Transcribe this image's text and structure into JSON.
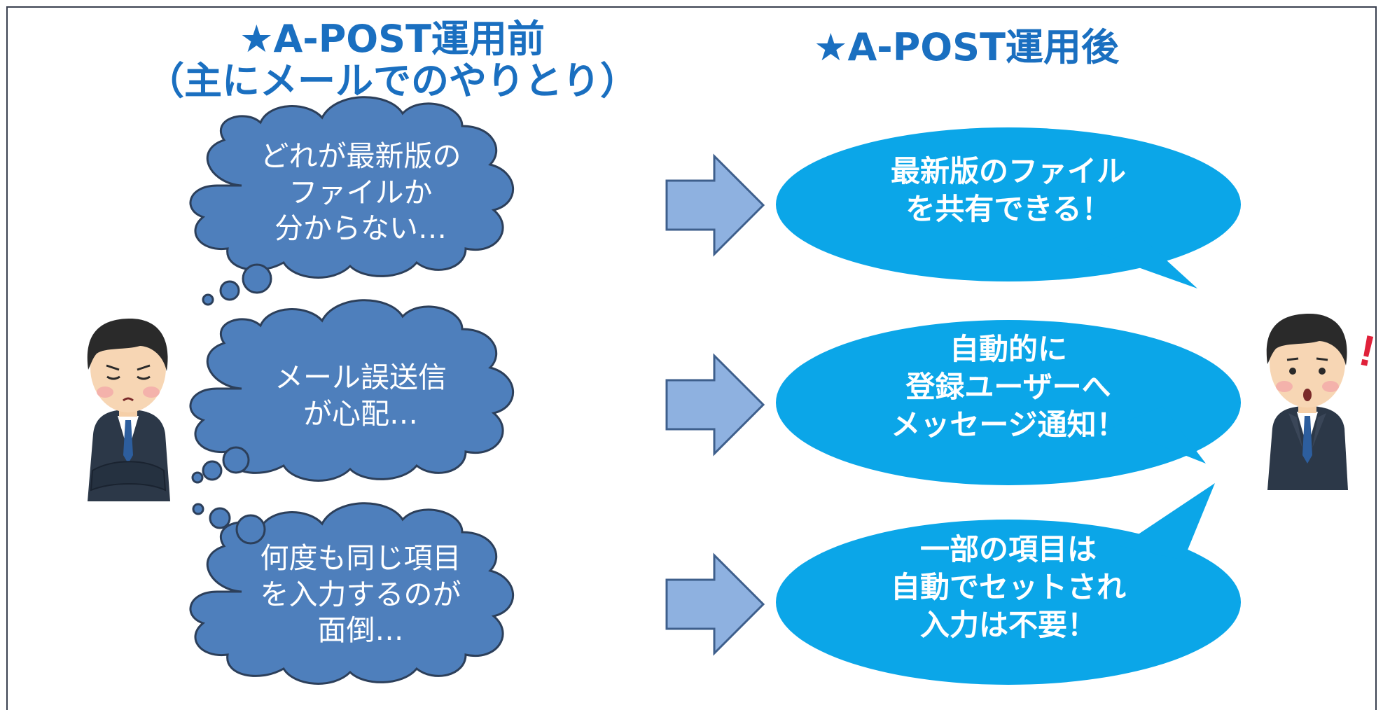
{
  "colors": {
    "heading": "#1a6fc0",
    "cloud_fill": "#4e7fbc",
    "cloud_stroke": "#2c3f5a",
    "arrow_fill": "#8eb1e0",
    "arrow_stroke": "#3e5f8c",
    "bubble_fill": "#0ba6e8",
    "text_on_shapes": "#ffffff"
  },
  "headings": {
    "before": [
      "★A-POST運用前",
      "（主にメールでのやりとり）"
    ],
    "after": "★A-POST運用後"
  },
  "rows": [
    {
      "before_lines": [
        "どれが最新版の",
        "ファイルか",
        "分からない…"
      ],
      "after_lines": [
        "最新版のファイル",
        "を共有できる！"
      ]
    },
    {
      "before_lines": [
        "メール誤送信",
        "が心配…"
      ],
      "after_lines": [
        "自動的に",
        "登録ユーザーへ",
        "メッセージ通知！"
      ]
    },
    {
      "before_lines": [
        "何度も同じ項目",
        "を入力するのが",
        "面倒…"
      ],
      "after_lines": [
        "一部の項目は",
        "自動でセットされ",
        "入力は不要！"
      ]
    }
  ],
  "figures": {
    "left_person": {
      "expression": "worried, eyes closed, arms crossed",
      "icon": "businessman-worried-icon"
    },
    "right_person": {
      "expression": "surprised",
      "icon": "businessman-surprised-icon",
      "mark": "!"
    }
  }
}
